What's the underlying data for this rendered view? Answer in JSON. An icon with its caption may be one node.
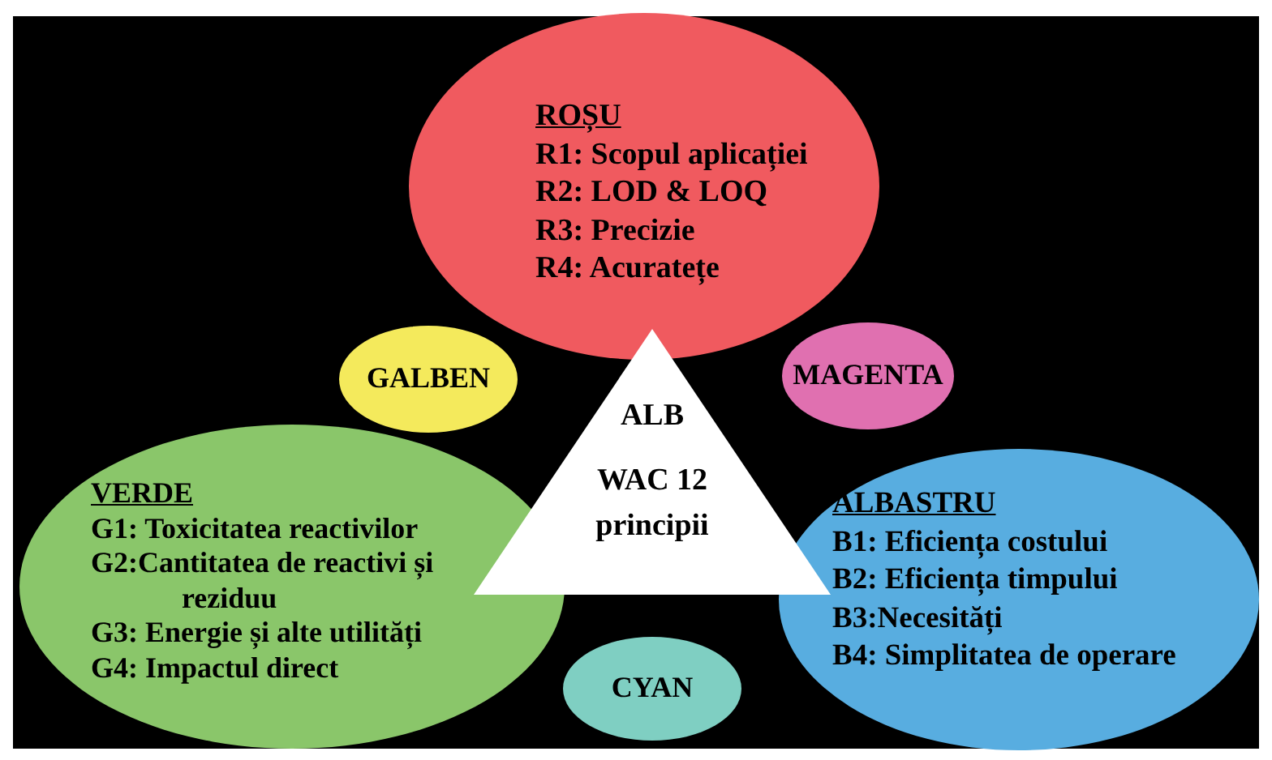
{
  "diagram": {
    "nodes": [
      {
        "text": [
          "ROȘU",
          "R1: Scopul aplicației",
          "R2: LOD & LOQ",
          "R3: Precizie",
          "R4: Acuratețe"
        ]
      },
      {
        "text": [
          "GALBEN"
        ]
      },
      {
        "text": [
          "MAGENTA"
        ]
      },
      {
        "text": [
          "ALB",
          "WAC 12 principii"
        ]
      },
      {
        "text": [
          "VERDE",
          "G1: Toxicitatea reactivilor",
          "G2:Cantitatea de reactivi și reziduu",
          "G3: Energie și alte utilități",
          "G4: Impactul direct"
        ]
      },
      {
        "text": [
          "ALBASTRU",
          "B1: Eficiența costului",
          "B2: Eficiența timpului",
          "B3:Necesități",
          "B4: Simplitatea de operare"
        ]
      },
      {
        "text": [
          "CYAN"
        ]
      }
    ]
  }
}
